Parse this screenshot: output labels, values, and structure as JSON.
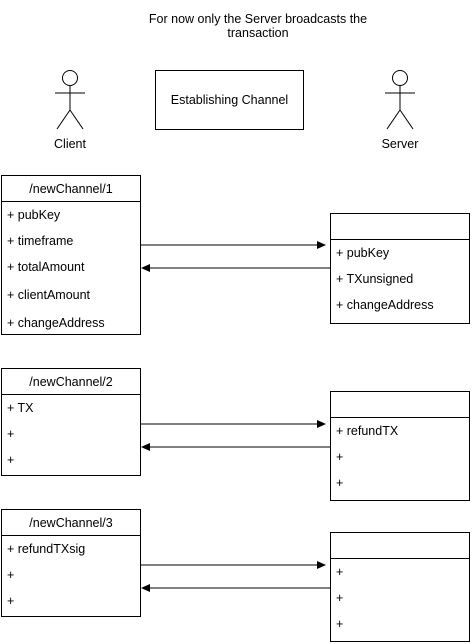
{
  "note": {
    "line1": "For now only the Server broadcasts the",
    "line2": "transaction"
  },
  "title_box": {
    "label": "Establishing Channel"
  },
  "actors": {
    "client": {
      "label": "Client"
    },
    "server": {
      "label": "Server"
    }
  },
  "sections": [
    {
      "client_box": {
        "title": "/newChannel/1",
        "fields": [
          "+ pubKey",
          "+ timeframe",
          "+ totalAmount",
          "+ clientAmount",
          "+ changeAddress"
        ]
      },
      "server_box": {
        "title": "",
        "fields": [
          "+ pubKey",
          "+ TXunsigned",
          "+ changeAddress"
        ]
      }
    },
    {
      "client_box": {
        "title": "/newChannel/2",
        "fields": [
          "+ TX",
          "+",
          "+"
        ]
      },
      "server_box": {
        "title": "",
        "fields": [
          "+ refundTX",
          "+",
          "+"
        ]
      }
    },
    {
      "client_box": {
        "title": "/newChannel/3",
        "fields": [
          "+ refundTXsig",
          "+",
          "+"
        ]
      },
      "server_box": {
        "title": "",
        "fields": [
          "+",
          "+",
          "+"
        ]
      }
    }
  ]
}
